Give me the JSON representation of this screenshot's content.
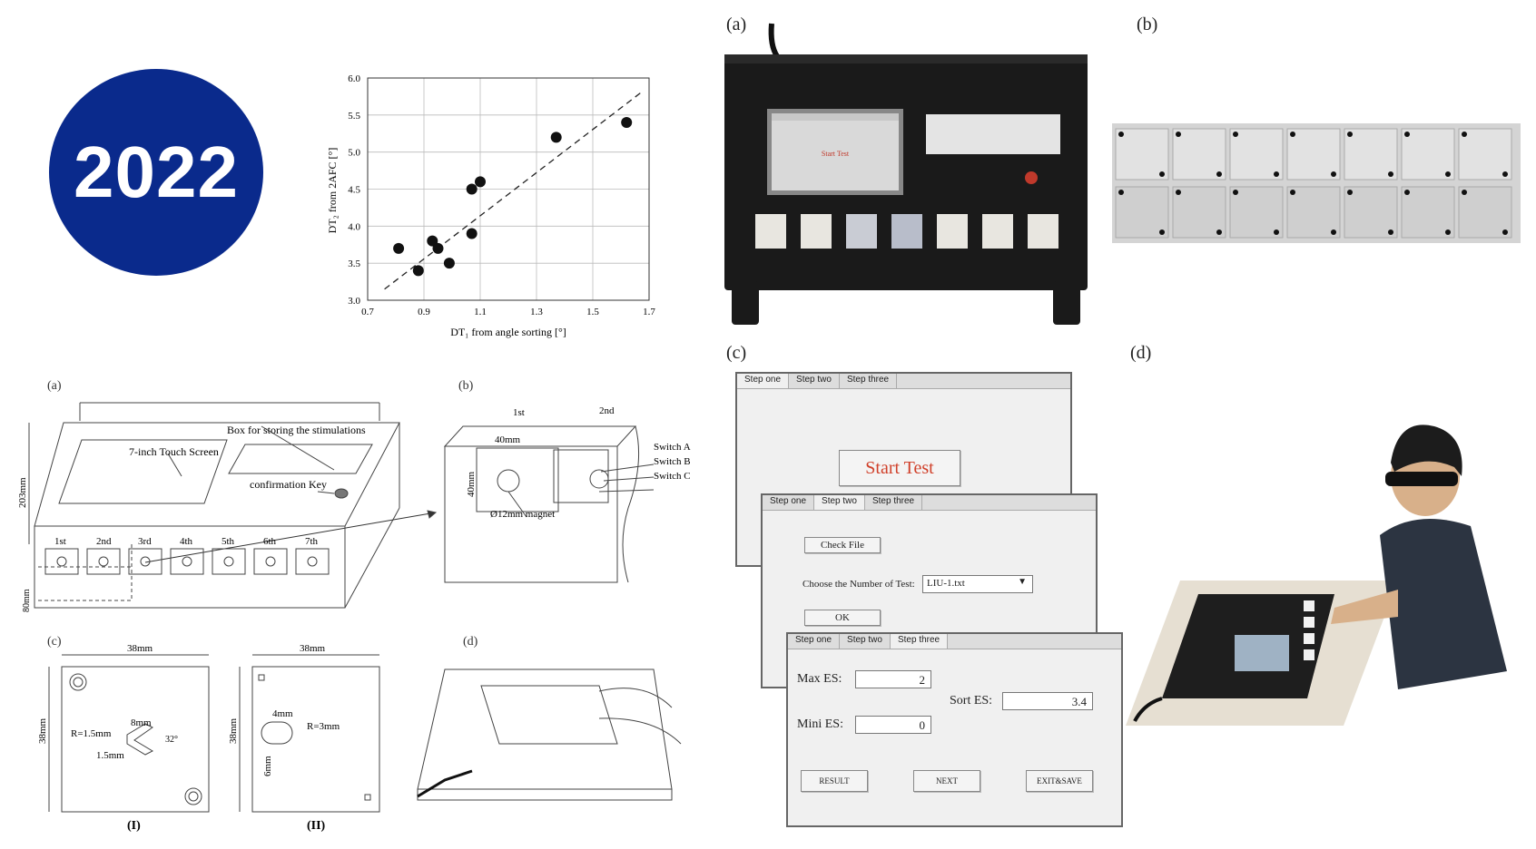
{
  "badge": {
    "year": "2022"
  },
  "scatter": {
    "xlabel": "DT₁ from angle sorting [°]",
    "ylabel": "DT₂ from 2AFC [°]"
  },
  "chart_data": {
    "type": "scatter",
    "title": "",
    "xlabel": "DT₁ from angle sorting [°]",
    "ylabel": "DT₂ from 2AFC [°]",
    "xlim": [
      0.7,
      1.7
    ],
    "ylim": [
      3.0,
      6.0
    ],
    "xticks": [
      "0.7",
      "0.9",
      "1.1",
      "1.3",
      "1.5",
      "1.7"
    ],
    "yticks": [
      "3.0",
      "3.5",
      "4.0",
      "4.5",
      "5.0",
      "5.5",
      "6.0"
    ],
    "grid": true,
    "points": [
      {
        "x": 0.81,
        "y": 3.7
      },
      {
        "x": 0.88,
        "y": 3.4
      },
      {
        "x": 0.93,
        "y": 3.8
      },
      {
        "x": 0.95,
        "y": 3.7
      },
      {
        "x": 0.99,
        "y": 3.5
      },
      {
        "x": 1.07,
        "y": 3.9
      },
      {
        "x": 1.07,
        "y": 4.5
      },
      {
        "x": 1.1,
        "y": 4.6
      },
      {
        "x": 1.37,
        "y": 5.2
      },
      {
        "x": 1.62,
        "y": 5.4
      }
    ],
    "fit_line": {
      "style": "dashed",
      "from": {
        "x": 0.76,
        "y": 3.15
      },
      "to": {
        "x": 1.67,
        "y": 5.8
      }
    }
  },
  "photo_panels": {
    "a_label": "(a)",
    "b_label": "(b)",
    "c_label": "(c)",
    "d_label": "(d)",
    "device_screen_text": "Start Test"
  },
  "drawings": {
    "a_label": "(a)",
    "b_label": "(b)",
    "c_label": "(c)",
    "d_label": "(d)",
    "box_label": "Box  for storing the stimulations",
    "screen_label": "7-inch Touch Screen",
    "key_label": "confirmation Key",
    "dim_203": "203mm",
    "dim_80": "80mm",
    "slots": [
      "1st",
      "2nd",
      "3rd",
      "4th",
      "5th",
      "6th",
      "7th"
    ],
    "b_first": "1st",
    "b_second": "2nd",
    "b_40w": "40mm",
    "b_40h": "40mm",
    "switch_a": "Switch A",
    "switch_b": "Switch B",
    "switch_c": "Switch C",
    "magnet": "Ø12mm magnet",
    "c1_width": "38mm",
    "c1_height": "38mm",
    "c1_r": "R=1.5mm",
    "c1_8mm": "8mm",
    "c1_15": "1.5mm",
    "c1_angle": "32°",
    "c2_width": "38mm",
    "c2_height": "38mm",
    "c2_4mm": "4mm",
    "c2_r": "R=3mm",
    "c2_6mm": "6mm",
    "roman_1": "(I)",
    "roman_2": "(II)"
  },
  "gui": {
    "tabs": [
      "Step one",
      "Step two",
      "Step three"
    ],
    "start_test": "Start Test",
    "check_file": "Check File",
    "choose_label": "Choose the Number of  Test:",
    "choose_value": "LIU-1.txt",
    "ok": "OK",
    "max_es_label": "Max ES:",
    "max_es_value": "2",
    "mini_es_label": "Mini ES:",
    "mini_es_value": "0",
    "sort_es_label": "Sort ES:",
    "sort_es_value": "3.4",
    "result": "RESULT",
    "next": "NEXT",
    "exit_save": "EXIT&SAVE"
  }
}
